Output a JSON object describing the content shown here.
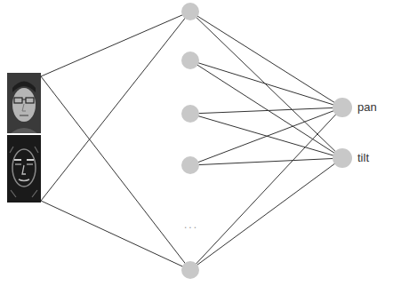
{
  "diagram": {
    "nodes": [
      {
        "text": [
          "pan"
        ]
      },
      {
        "text": [
          "tilt"
        ]
      }
    ],
    "labels": [
      "..."
    ]
  }
}
